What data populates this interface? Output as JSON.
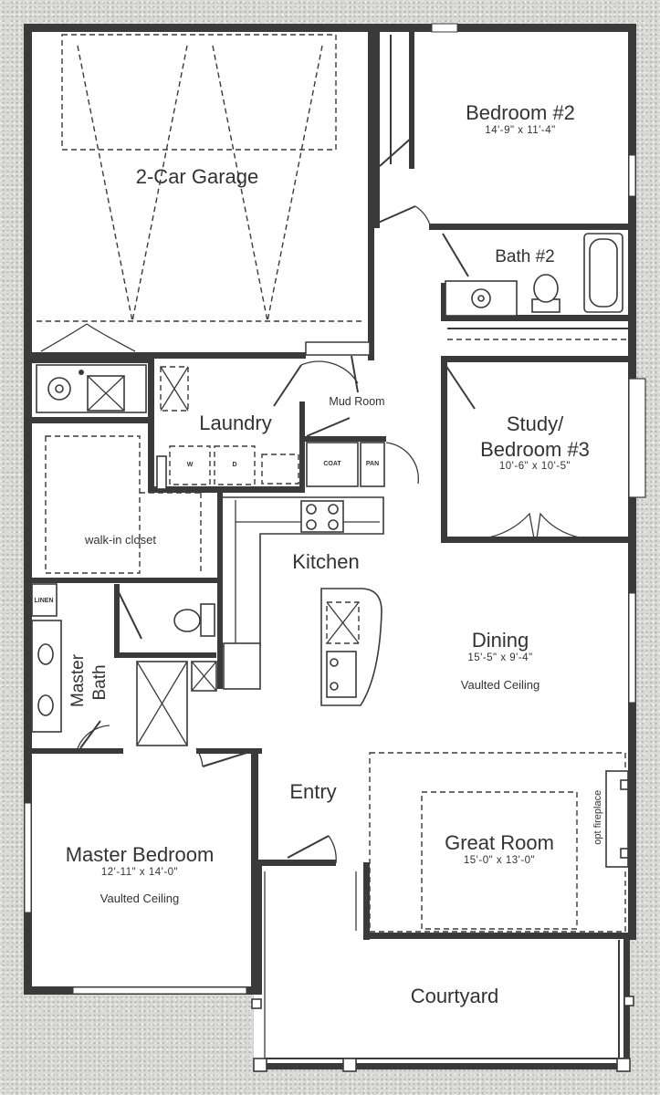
{
  "rooms": {
    "garage": {
      "name": "2-Car Garage"
    },
    "bedroom2": {
      "name": "Bedroom #2",
      "dims": "14'-9\" x 11'-4\""
    },
    "bath2": {
      "name": "Bath #2"
    },
    "mud_room": {
      "name": "Mud Room"
    },
    "laundry": {
      "name": "Laundry"
    },
    "study": {
      "name_line1": "Study/",
      "name_line2": "Bedroom #3",
      "dims": "10'-6\" x 10'-5\""
    },
    "walk_in_closet": {
      "name": "walk-in closet"
    },
    "kitchen": {
      "name": "Kitchen"
    },
    "dining": {
      "name": "Dining",
      "dims": "15'-5\" x 9'-4\"",
      "note": "Vaulted Ceiling"
    },
    "master_bath": {
      "name_line1": "Master",
      "name_line2": "Bath"
    },
    "entry": {
      "name": "Entry"
    },
    "great_room": {
      "name": "Great Room",
      "dims": "15'-0\" x 13'-0\""
    },
    "master_bedroom": {
      "name": "Master Bedroom",
      "dims": "12'-11\" x 14'-0\"",
      "note": "Vaulted Ceiling"
    },
    "courtyard": {
      "name": "Courtyard"
    }
  },
  "fixtures": {
    "coat": "COAT",
    "pantry": "PAN",
    "linen": "LINEN",
    "washer": "W",
    "dryer": "D",
    "fireplace": "opt fireplace"
  }
}
